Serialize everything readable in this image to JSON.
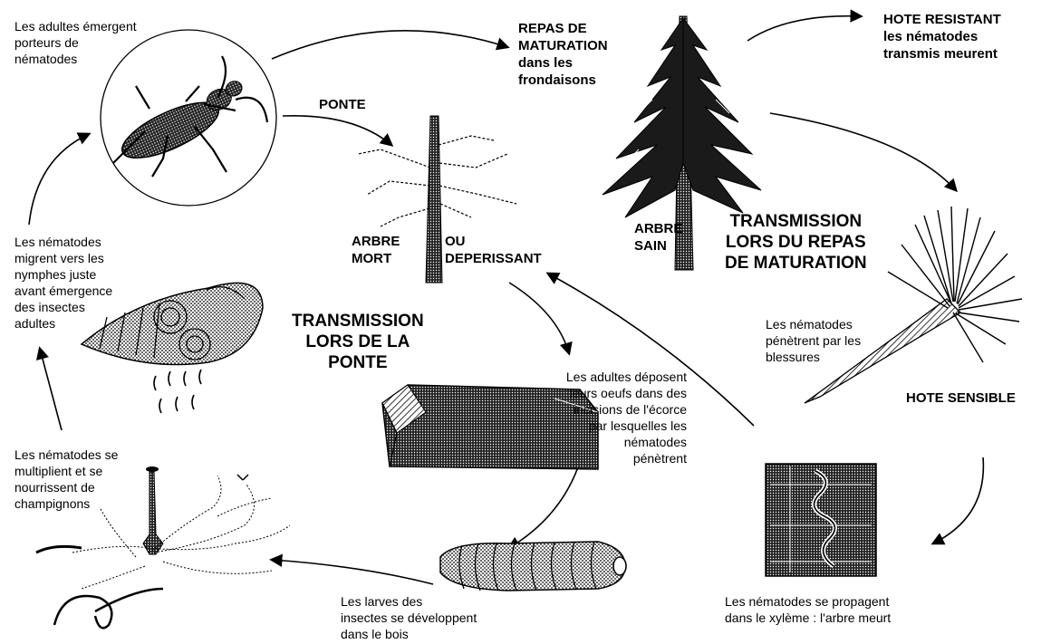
{
  "labels": {
    "adults_emerge": [
      "Les adultes émergent",
      "porteurs de",
      "nématodes"
    ],
    "repas": [
      "REPAS DE",
      "MATURATION",
      "dans les",
      "frondaisons"
    ],
    "hote_resistant": [
      "HOTE RESISTANT",
      "les nématodes",
      "transmis meurent"
    ],
    "ponte": "PONTE",
    "arbre_mort": [
      "ARBRE",
      "MORT"
    ],
    "ou_deperissant": [
      "OU",
      "DEPERISSANT"
    ],
    "arbre_sain": [
      "ARBRE",
      "SAIN"
    ],
    "transmission_repas": [
      "TRANSMISSION",
      "LORS DU REPAS",
      "DE MATURATION"
    ],
    "nematodes_migrent": [
      "Les nématodes",
      "migrent vers les",
      "nymphes juste",
      "avant émergence",
      "des insectes",
      "adultes"
    ],
    "transmission_ponte": [
      "TRANSMISSION",
      "LORS DE LA",
      "PONTE"
    ],
    "nematodes_penetrent": [
      "Les nématodes",
      "pénètrent par les",
      "blessures"
    ],
    "adultes_deposent": [
      "Les adultes déposent",
      "leurs oeufs  dans des",
      "incisions de l'écorce",
      "par lesquelles les",
      "nématodes",
      "pénètrent"
    ],
    "hote_sensible": "HOTE SENSIBLE",
    "nematodes_multiplient": [
      "Les nématodes se",
      "multiplient et se",
      "nourrissent de",
      "champignons"
    ],
    "larves": [
      "Les larves des",
      "insectes se développent",
      "dans le bois"
    ],
    "nematodes_propagent": [
      "Les nématodes se propagent",
      "dans le xylème : l'arbre meurt"
    ]
  },
  "colors": {
    "ink": "#000000",
    "paper": "#ffffff",
    "stipple": "#555555"
  },
  "icons": [
    "beetle-icon",
    "dead-tree-icon",
    "healthy-tree-icon",
    "pine-branch-icon",
    "nymph-icon",
    "log-icon",
    "xylem-icon",
    "fungus-icon",
    "larva-icon"
  ]
}
